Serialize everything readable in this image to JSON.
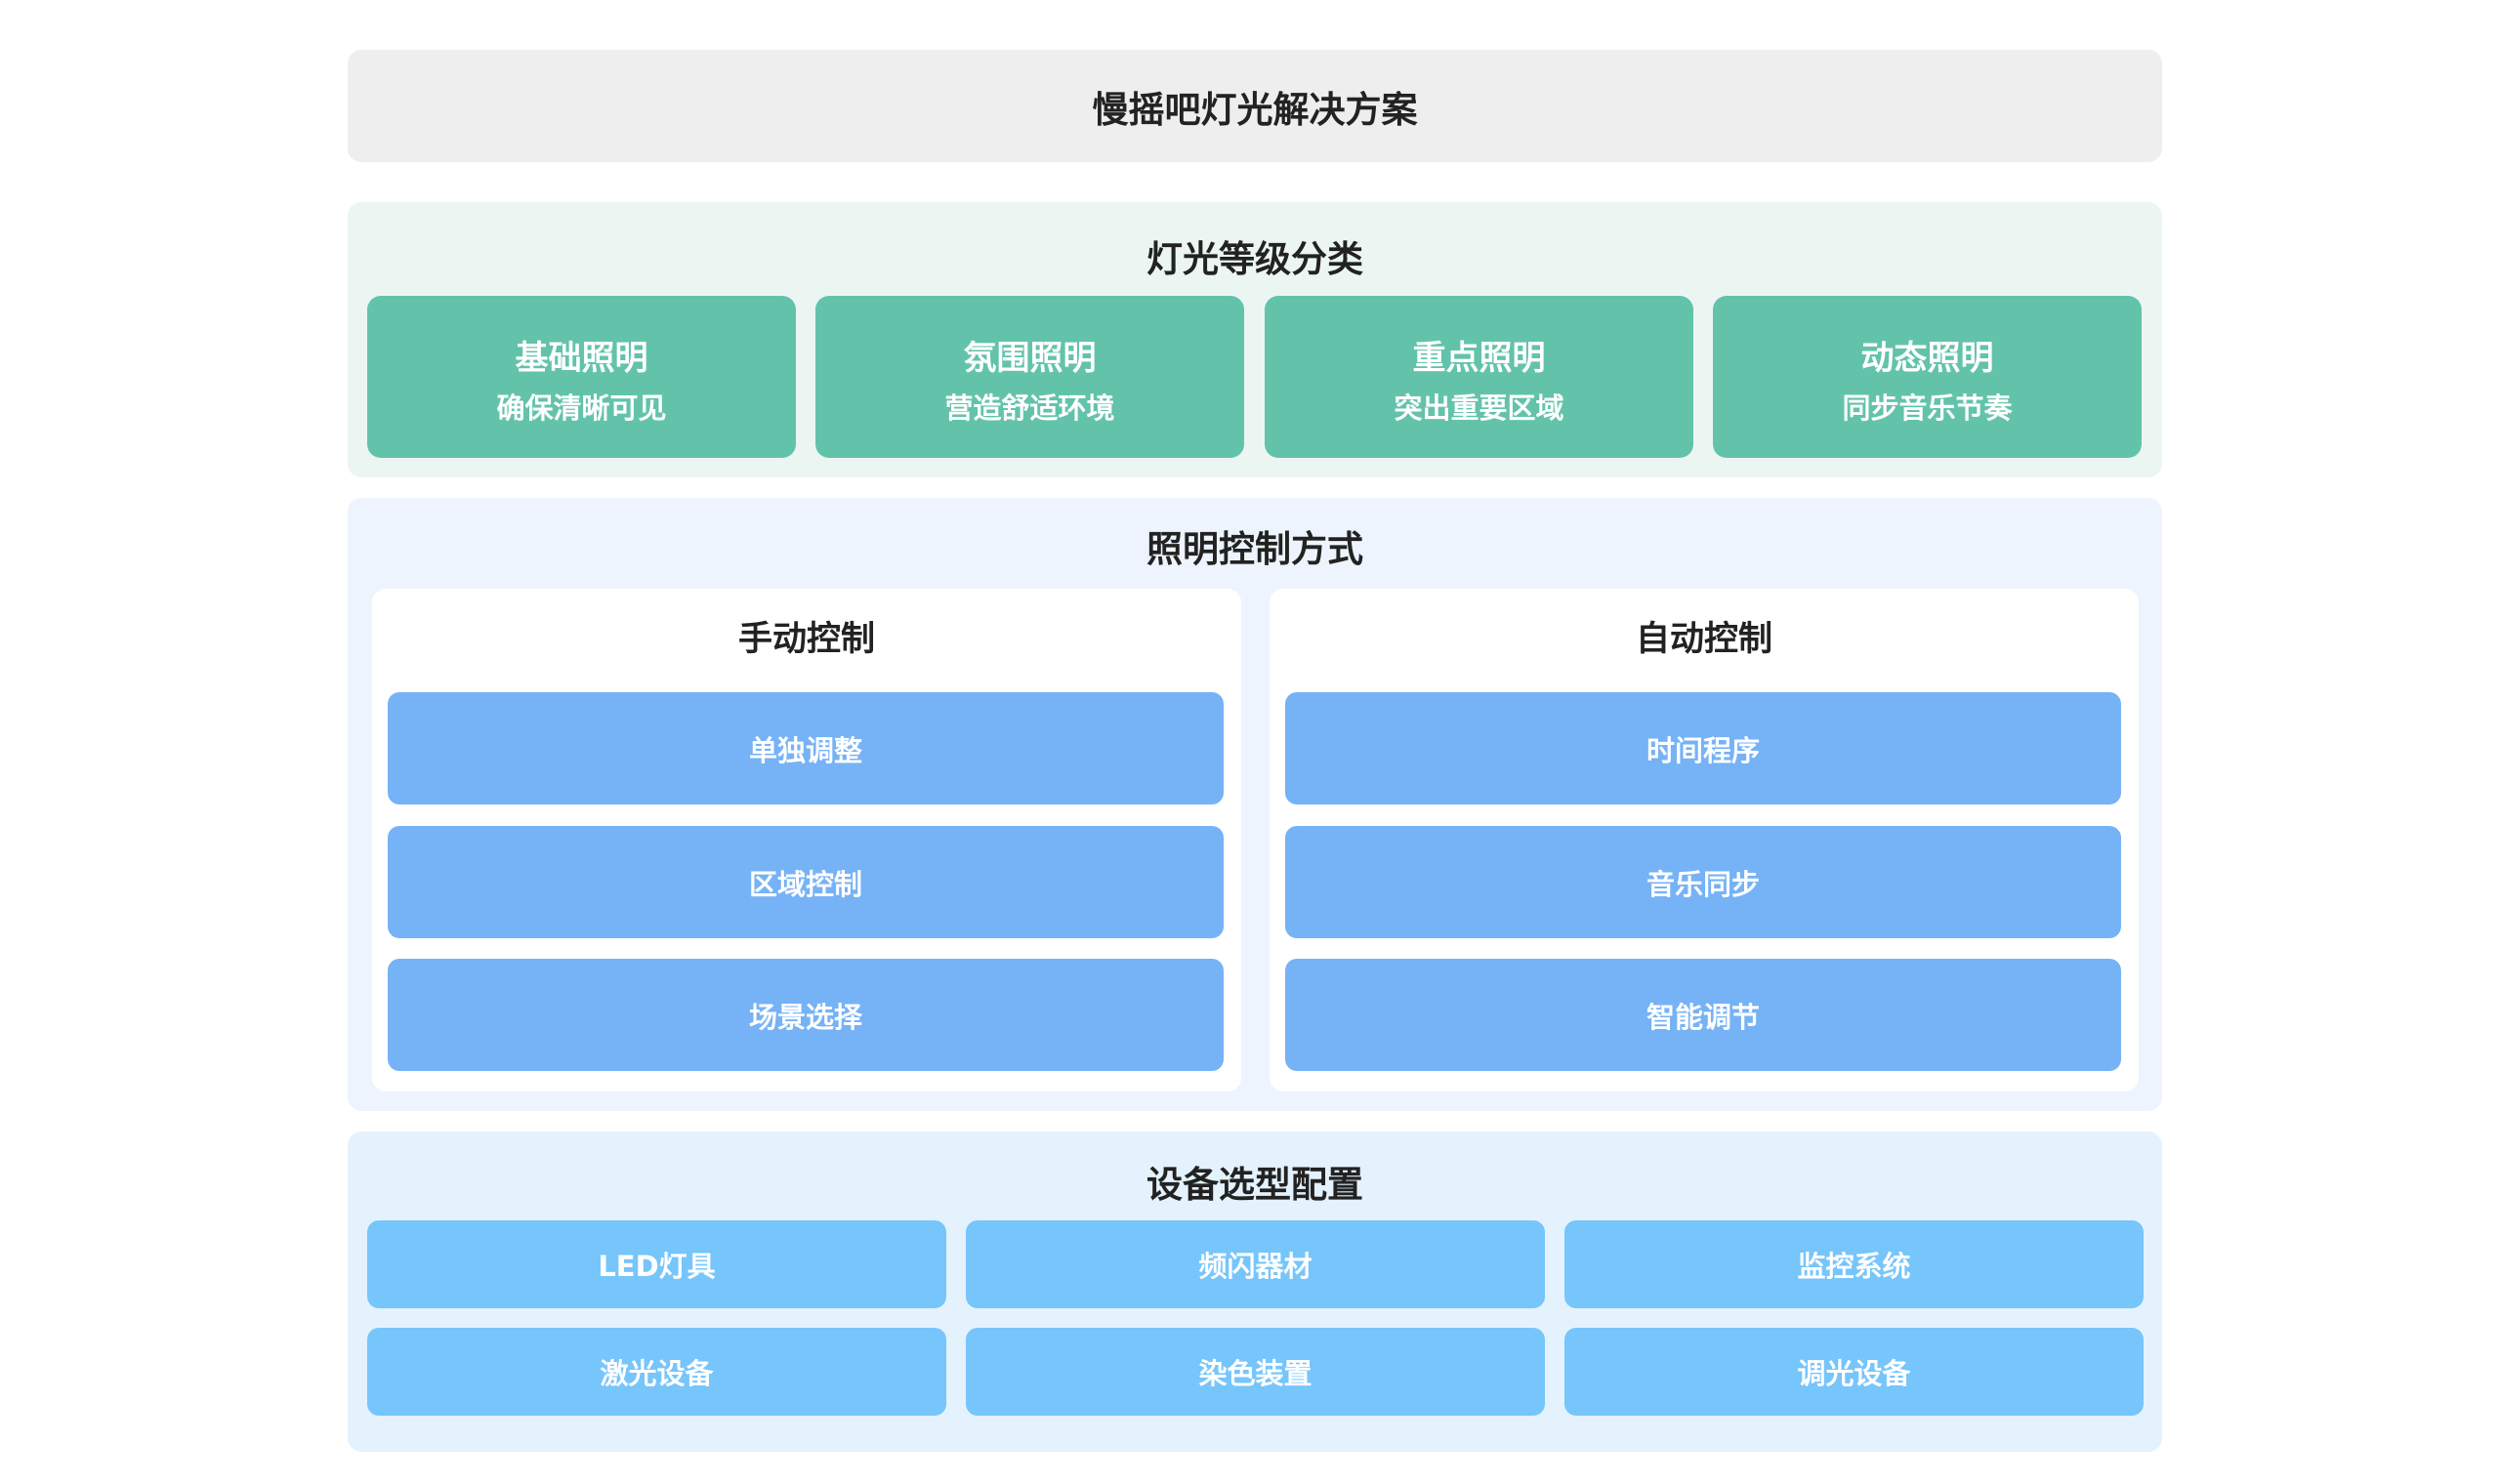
{
  "title": "慢摇吧灯光解决方案",
  "colors": {
    "title_bg": "#eeeeee",
    "levels_bg": "#ebf6f2",
    "level_card": "#63c3aa",
    "control_bg": "#edf4fd",
    "control_button": "#76b2f6",
    "equip_bg": "#e3f2fd",
    "equip_button": "#76c5fb"
  },
  "levels": {
    "title": "灯光等级分类",
    "items": [
      {
        "name": "基础照明",
        "desc": "确保清晰可见"
      },
      {
        "name": "氛围照明",
        "desc": "营造舒适环境"
      },
      {
        "name": "重点照明",
        "desc": "突出重要区域"
      },
      {
        "name": "动态照明",
        "desc": "同步音乐节奏"
      }
    ]
  },
  "control": {
    "title": "照明控制方式",
    "manual": {
      "title": "手动控制",
      "items": [
        "单独调整",
        "区域控制",
        "场景选择"
      ]
    },
    "auto": {
      "title": "自动控制",
      "items": [
        "时间程序",
        "音乐同步",
        "智能调节"
      ]
    }
  },
  "equipment": {
    "title": "设备选型配置",
    "items": [
      "LED灯具",
      "频闪器材",
      "监控系统",
      "激光设备",
      "染色装置",
      "调光设备"
    ]
  }
}
